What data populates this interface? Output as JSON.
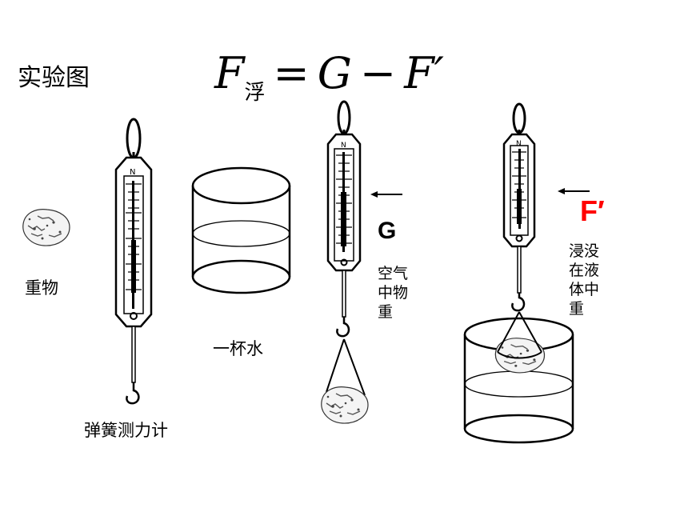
{
  "title": "实验图",
  "formula": {
    "F": "F",
    "sub": "浮",
    "eq": "=",
    "G": "G",
    "minus": "−",
    "Fp": "F′"
  },
  "labels": {
    "weight": "重物",
    "scale": "弹簧测力计",
    "cup": "一杯水",
    "g": "G",
    "air_weight": "空气中物重",
    "f_prime": "F′",
    "immersed": "浸没在液体中重"
  },
  "colors": {
    "f_prime": "#ff0000"
  }
}
